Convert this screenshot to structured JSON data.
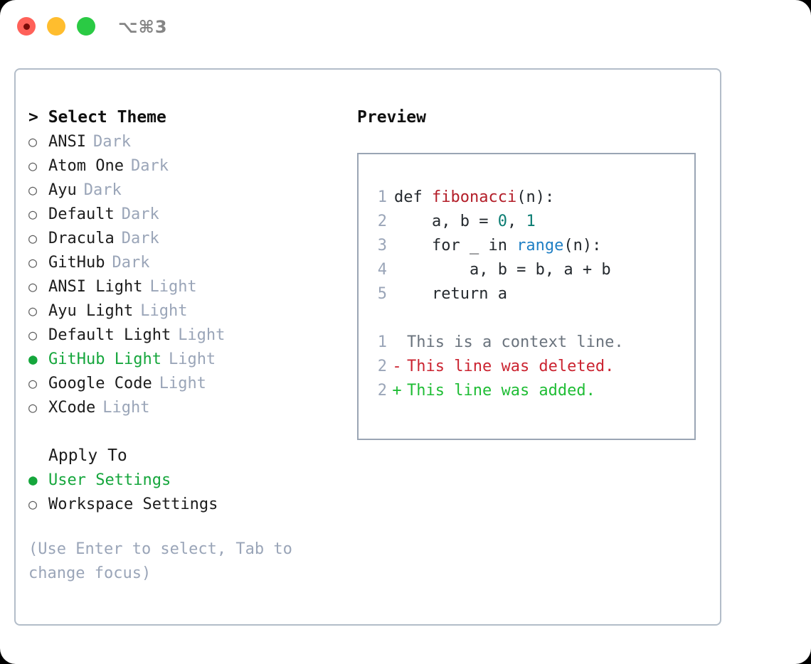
{
  "titlebar": {
    "shortcut": "⌥⌘3",
    "lights": [
      {
        "name": "close",
        "color": "#ff6159"
      },
      {
        "name": "minimize",
        "color": "#ffbd2e"
      },
      {
        "name": "maximize",
        "color": "#2aca44"
      }
    ]
  },
  "theme_picker": {
    "header": "> Select Theme",
    "bullet_off": "○",
    "bullet_on": "●",
    "items": [
      {
        "label": "ANSI",
        "tag": "Dark",
        "selected": false
      },
      {
        "label": "Atom One",
        "tag": "Dark",
        "selected": false
      },
      {
        "label": "Ayu",
        "tag": "Dark",
        "selected": false
      },
      {
        "label": "Default",
        "tag": "Dark",
        "selected": false
      },
      {
        "label": "Dracula",
        "tag": "Dark",
        "selected": false
      },
      {
        "label": "GitHub",
        "tag": "Dark",
        "selected": false
      },
      {
        "label": "ANSI Light",
        "tag": "Light",
        "selected": false
      },
      {
        "label": "Ayu Light",
        "tag": "Light",
        "selected": false
      },
      {
        "label": "Default Light",
        "tag": "Light",
        "selected": false
      },
      {
        "label": "GitHub Light",
        "tag": "Light",
        "selected": true
      },
      {
        "label": "Google Code",
        "tag": "Light",
        "selected": false
      },
      {
        "label": "XCode",
        "tag": "Light",
        "selected": false
      }
    ]
  },
  "apply_to": {
    "header": "Apply To",
    "items": [
      {
        "label": "User Settings",
        "selected": true
      },
      {
        "label": "Workspace Settings",
        "selected": false
      }
    ]
  },
  "hint": "(Use Enter to select, Tab to change focus)",
  "preview": {
    "title": "Preview",
    "code_lines": [
      {
        "num": "1",
        "tokens": [
          {
            "text": "def ",
            "type": "kw"
          },
          {
            "text": "fibonacci",
            "type": "fn"
          },
          {
            "text": "(n):",
            "type": "plain"
          }
        ]
      },
      {
        "num": "2",
        "tokens": [
          {
            "text": "    a, b = ",
            "type": "plain"
          },
          {
            "text": "0",
            "type": "num"
          },
          {
            "text": ", ",
            "type": "plain"
          },
          {
            "text": "1",
            "type": "num"
          }
        ]
      },
      {
        "num": "3",
        "tokens": [
          {
            "text": "    for _ in ",
            "type": "plain"
          },
          {
            "text": "range",
            "type": "call"
          },
          {
            "text": "(n):",
            "type": "plain"
          }
        ]
      },
      {
        "num": "4",
        "tokens": [
          {
            "text": "        a, b = b, a + b",
            "type": "plain"
          }
        ]
      },
      {
        "num": "5",
        "tokens": [
          {
            "text": "    return a",
            "type": "plain"
          }
        ]
      }
    ],
    "diff_lines": [
      {
        "num": "1",
        "mark": " ",
        "text": "This is a context line.",
        "kind": "ctx"
      },
      {
        "num": "2",
        "mark": "-",
        "text": "This line was deleted.",
        "kind": "del"
      },
      {
        "num": "2",
        "mark": "+",
        "text": "This line was added.",
        "kind": "add"
      }
    ]
  },
  "colors": {
    "accent_green": "#15a63c",
    "muted": "#9aa5b8",
    "border": "#b3bdc9",
    "preview_border": "#9aa5b4",
    "diff_add": "#1fbd35",
    "diff_del": "#cb2431",
    "diff_ctx": "#6a737d",
    "fn_red": "#b31d28",
    "num_teal": "#0a7c72",
    "call_blue": "#1f7fc4"
  }
}
